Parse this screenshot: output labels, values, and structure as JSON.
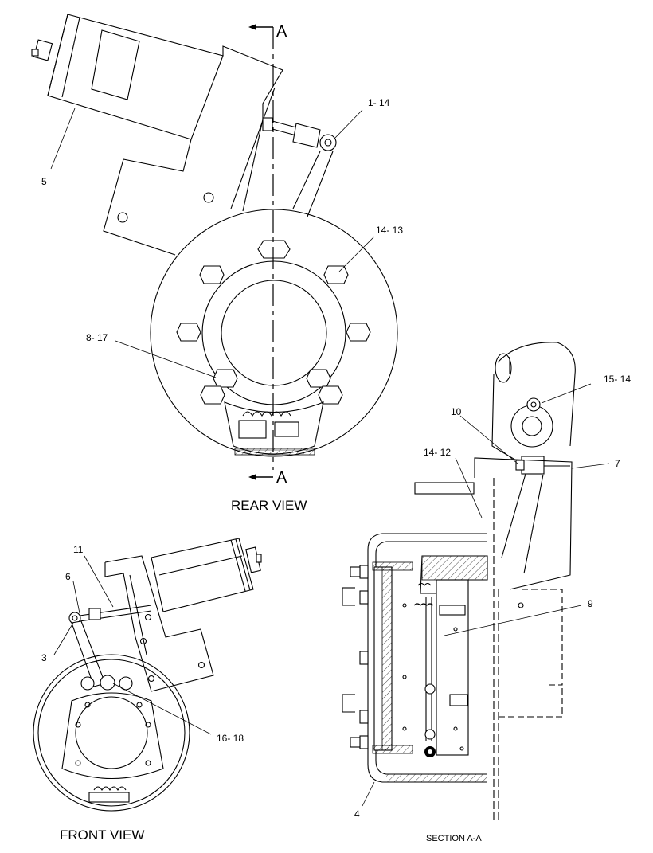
{
  "section_marks": {
    "top": "A",
    "bottom": "A"
  },
  "views": {
    "rear": "REAR VIEW",
    "front": "FRONT VIEW",
    "section": "SECTION A-A"
  },
  "callouts": {
    "c1_14": "1- 14",
    "c5": "5",
    "c14_13": "14- 13",
    "c8_17": "8- 17",
    "c15_14": "15- 14",
    "c10": "10",
    "c14_12": "14- 12",
    "c7": "7",
    "c11": "11",
    "c6": "6",
    "c3": "3",
    "c16_18": "16- 18",
    "c9": "9",
    "c4": "4"
  }
}
